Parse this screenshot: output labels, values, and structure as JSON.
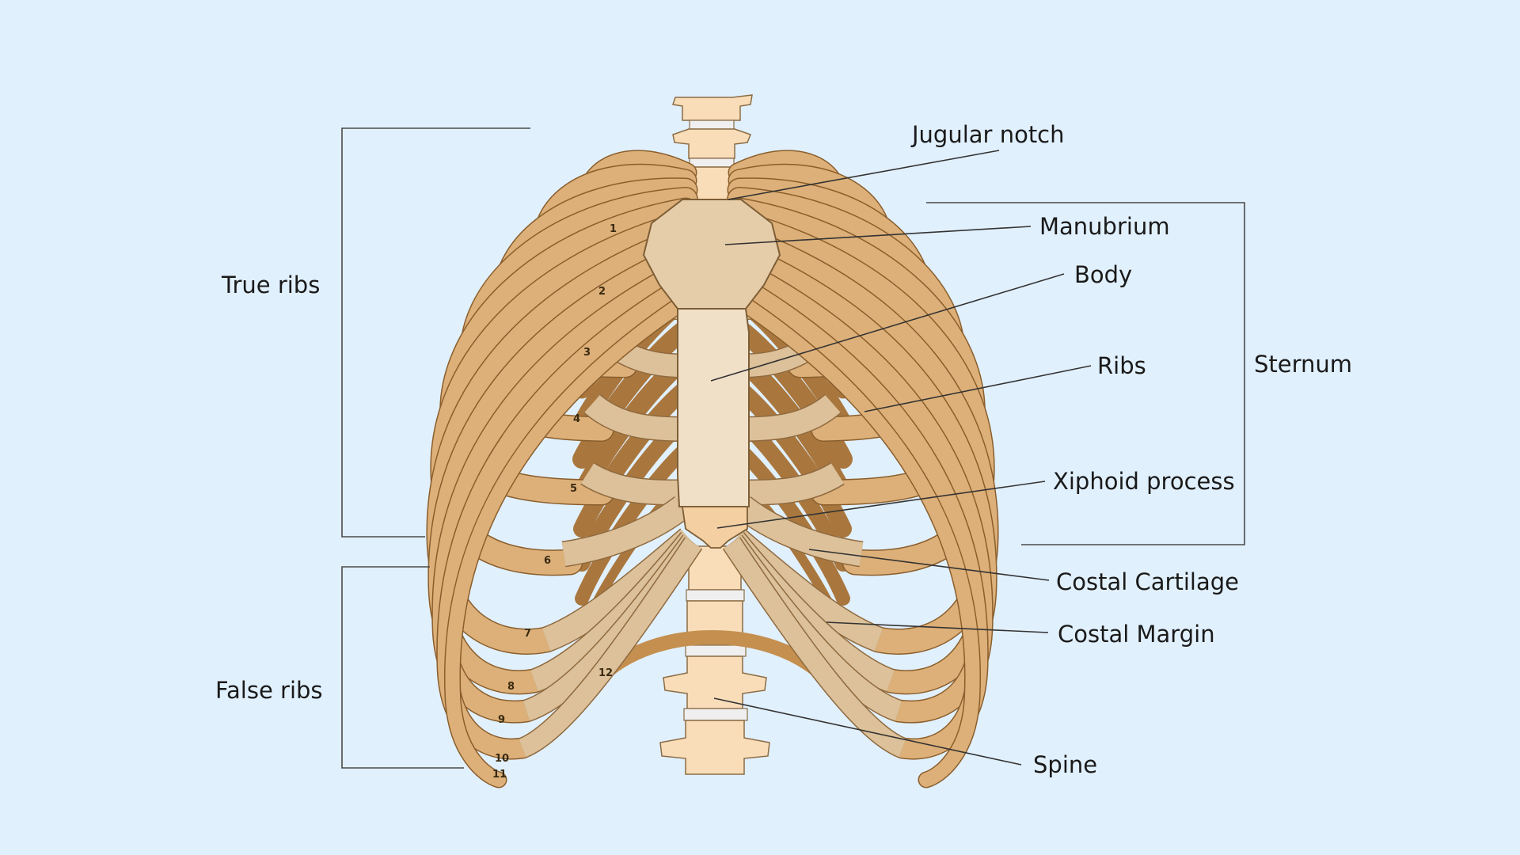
{
  "colors": {
    "background": "#e1f0fd",
    "bone": "#ddb079",
    "bone_outline": "#8a5e2c",
    "cartilage": "#dcc19a",
    "sternum": "#f1e0c8",
    "vertebra": "#f9ddb8",
    "text": "#1a1a1a"
  },
  "labels": {
    "jugular_notch": "Jugular notch",
    "manubrium": "Manubrium",
    "body": "Body",
    "ribs": "Ribs",
    "sternum": "Sternum",
    "xiphoid_process": "Xiphoid process",
    "costal_cartilage": "Costal Cartilage",
    "costal_margin": "Costal Margin",
    "spine": "Spine",
    "true_ribs": "True ribs",
    "false_ribs": "False ribs"
  },
  "rib_numbers": [
    "1",
    "2",
    "3",
    "4",
    "5",
    "6",
    "7",
    "8",
    "9",
    "10",
    "11",
    "12"
  ]
}
